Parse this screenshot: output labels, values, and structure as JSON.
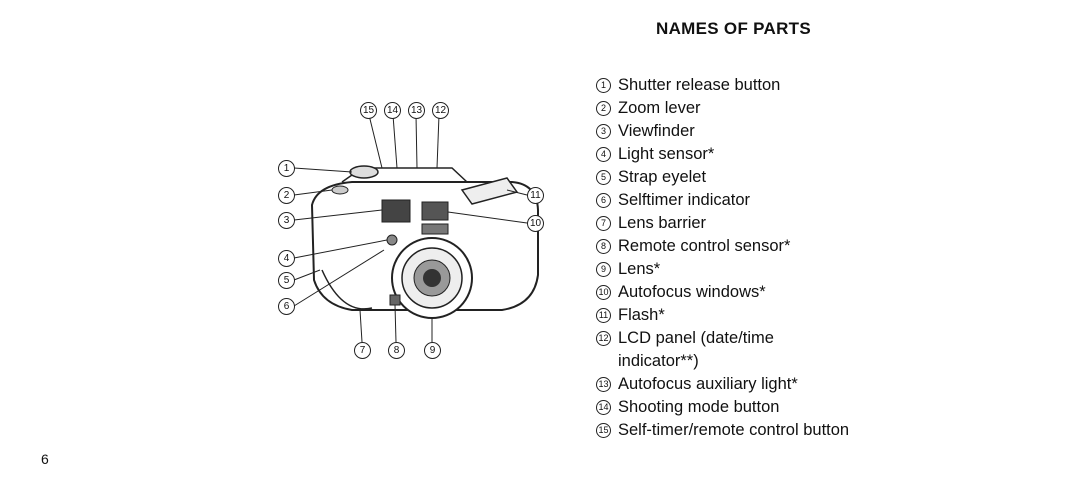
{
  "page": {
    "title": "NAMES OF PARTS",
    "page_number": "6"
  },
  "parts": [
    {
      "num": "1",
      "label": "Shutter release button"
    },
    {
      "num": "2",
      "label": "Zoom lever"
    },
    {
      "num": "3",
      "label": "Viewfinder"
    },
    {
      "num": "4",
      "label": "Light sensor*"
    },
    {
      "num": "5",
      "label": "Strap eyelet"
    },
    {
      "num": "6",
      "label": "Selftimer indicator"
    },
    {
      "num": "7",
      "label": "Lens barrier"
    },
    {
      "num": "8",
      "label": "Remote control sensor*"
    },
    {
      "num": "9",
      "label": "Lens*"
    },
    {
      "num": "10",
      "label": "Autofocus windows*"
    },
    {
      "num": "11",
      "label": "Flash*"
    },
    {
      "num": "12",
      "label": "LCD panel (date/time indicator**)"
    },
    {
      "num": "13",
      "label": "Autofocus auxiliary light*"
    },
    {
      "num": "14",
      "label": "Shooting mode button"
    },
    {
      "num": "15",
      "label": "Self-timer/remote control button"
    }
  ],
  "callouts": {
    "top": [
      "15",
      "14",
      "13",
      "12"
    ],
    "left": [
      "1",
      "2",
      "3",
      "4",
      "5",
      "6"
    ],
    "right": [
      "11",
      "10"
    ],
    "bottom": [
      "7",
      "8",
      "9"
    ]
  }
}
